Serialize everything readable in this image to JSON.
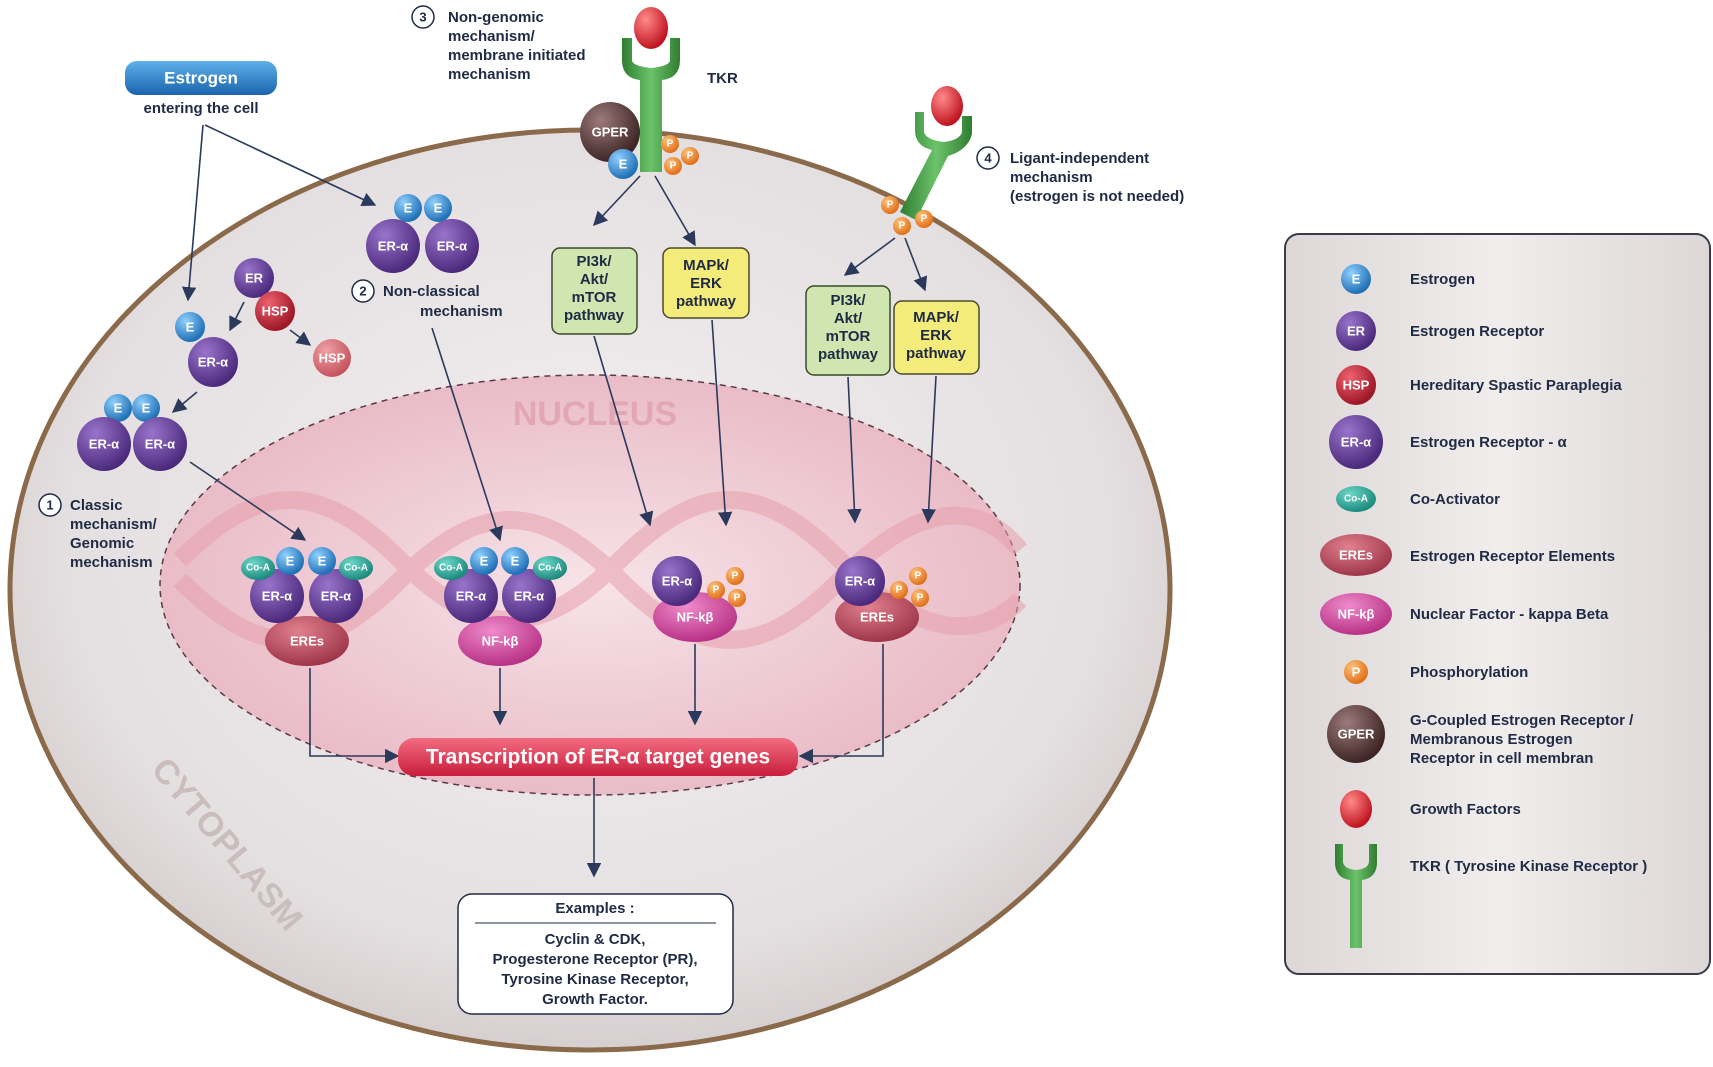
{
  "estrogen_entry": {
    "badge": "Estrogen",
    "caption": "entering the cell"
  },
  "mechanisms": {
    "classic": {
      "num": "1",
      "line1": "Classic",
      "line2": "mechanism/",
      "line3": "Genomic",
      "line4": "mechanism"
    },
    "nonclassical": {
      "num": "2",
      "line1": "Non-classical",
      "line2": "mechanism"
    },
    "nongenomic": {
      "num": "3",
      "line1": "Non-genomic",
      "line2": "mechanism/",
      "line3": "membrane initiated",
      "line4": "mechanism"
    },
    "ligand_independent": {
      "num": "4",
      "line1": "Ligant-independent",
      "line2": "mechanism",
      "line3": "(estrogen is not needed)"
    }
  },
  "tkr_label": "TKR",
  "molecules": {
    "E": "E",
    "ER": "ER",
    "HSP": "HSP",
    "ERa": "ER-α",
    "CoA": "Co-A",
    "EREs": "EREs",
    "NFkB": "NF-kβ",
    "P": "P",
    "GPER": "GPER"
  },
  "pathways": {
    "pi3k": {
      "l1": "PI3k/",
      "l2": "Akt/",
      "l3": "mTOR",
      "l4": "pathway"
    },
    "mapk": {
      "l1": "MAPk/",
      "l2": "ERK",
      "l3": "pathway"
    }
  },
  "regions": {
    "nucleus": "NUCLEUS",
    "cytoplasm": "CYTOPLASM"
  },
  "transcription": "Transcription of ER-α target genes",
  "examples": {
    "title": "Examples :",
    "items": [
      "Cyclin & CDK,",
      "Progesterone Receptor (PR),",
      "Tyrosine Kinase Receptor,",
      "Growth Factor."
    ]
  },
  "legend": [
    {
      "icon": "E",
      "label": "Estrogen"
    },
    {
      "icon": "ER",
      "label": "Estrogen Receptor"
    },
    {
      "icon": "HSP",
      "label": "Hereditary Spastic Paraplegia"
    },
    {
      "icon": "ER-α",
      "label": "Estrogen Receptor - α"
    },
    {
      "icon": "Co-A",
      "label": "Co-Activator"
    },
    {
      "icon": "EREs",
      "label": "Estrogen Receptor Elements"
    },
    {
      "icon": "NF-kβ",
      "label": "Nuclear Factor - kappa Beta"
    },
    {
      "icon": "P",
      "label": "Phosphorylation"
    },
    {
      "icon": "GPER",
      "label": "G-Coupled Estrogen Receptor /",
      "label2": "Membranous Estrogen",
      "label3": "Receptor in cell membran"
    },
    {
      "icon": "",
      "label": "Growth Factors"
    },
    {
      "icon": "",
      "label": "TKR ( Tyrosine Kinase Receptor )"
    }
  ],
  "colors": {
    "estrogen": "#2f8fd8",
    "er": "#6a3fa0",
    "hsp": "#c42638",
    "coa": "#2aa79b",
    "eres": "#b94457",
    "nfkb": "#d6449a",
    "phospho": "#f08a24",
    "gper": "#5a3a3a",
    "growth": "#e0242f",
    "tkr": "#3d9a3f",
    "pi3k_fill": "#cfe6b0",
    "mapk_fill": "#f4ec7a",
    "cell_border": "#8a6a4a",
    "transcription": "#e23a55"
  }
}
